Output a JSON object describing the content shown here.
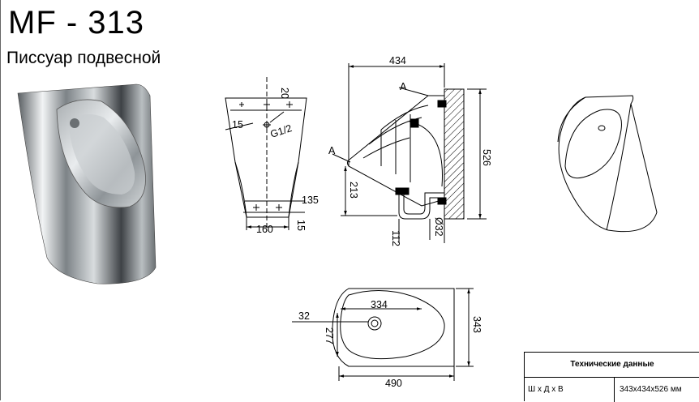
{
  "header": {
    "model": "MF - 313",
    "product_name": "Писсуар подвесной"
  },
  "front_view": {
    "dim_top": "20",
    "dim_thread": "G1/2",
    "dim_angle": "15",
    "dim_side": "135",
    "dim_bottom_width": "160",
    "dim_bottom_offset": "15"
  },
  "side_view": {
    "dim_depth": "434",
    "label_a_top": "A",
    "label_a_left": "A",
    "dim_height": "526",
    "dim_lower": "213",
    "dim_drain_offset": "112",
    "dim_pipe": "Ø32"
  },
  "top_view": {
    "dim_bowl": "334",
    "dim_outlet": "32",
    "dim_bowl_depth": "277",
    "dim_width": "490",
    "dim_total_depth": "343"
  },
  "spec_table": {
    "title": "Технические данные",
    "rows": [
      {
        "key": "Ш х Д х В",
        "value": "343х434х526 мм"
      }
    ]
  }
}
